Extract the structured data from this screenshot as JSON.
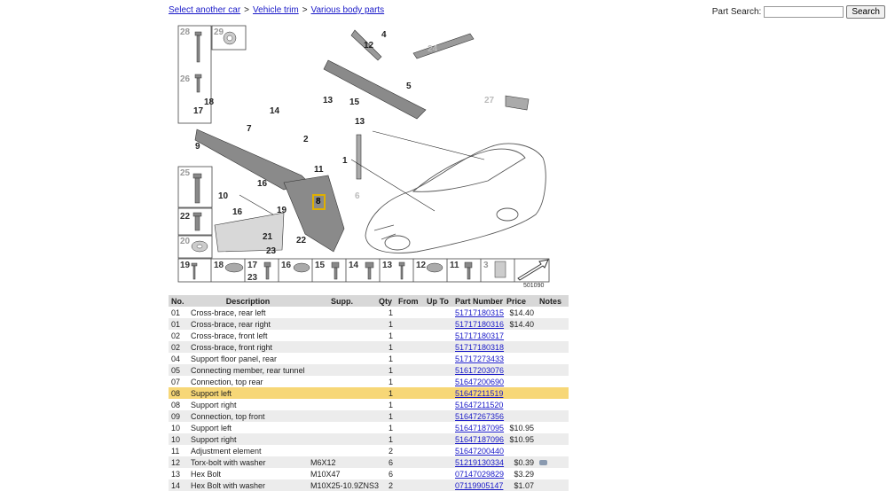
{
  "nav": {
    "select_car": "Select another car",
    "sep1": ">",
    "vehicle_trim": "Vehicle trim",
    "sep2": ">",
    "various": "Various body parts"
  },
  "search": {
    "label": "Part Search:",
    "value": "",
    "button": "Search"
  },
  "diagram": {
    "id_label": "501090",
    "side_numbers": [
      "28",
      "29",
      "26",
      "25",
      "22",
      "20",
      "19",
      "18",
      "17",
      "23",
      "16",
      "15",
      "14",
      "13",
      "12",
      "11",
      "3"
    ],
    "callouts": [
      "4",
      "12",
      "24",
      "27",
      "5",
      "13",
      "15",
      "14",
      "18",
      "17",
      "9",
      "7",
      "2",
      "13",
      "1",
      "11",
      "10",
      "16",
      "8",
      "6",
      "19",
      "16",
      "21",
      "22",
      "23"
    ]
  },
  "table": {
    "headers": [
      "No.",
      "Description",
      "Supp.",
      "Qty",
      "From",
      "Up To",
      "Part Number",
      "Price",
      "Notes"
    ],
    "rows": [
      {
        "no": "01",
        "desc": "Cross-brace, rear left",
        "supp": "",
        "qty": "1",
        "from": "",
        "to": "",
        "pn": "51717180315",
        "price": "$14.40",
        "notes": ""
      },
      {
        "no": "01",
        "desc": "Cross-brace, rear right",
        "supp": "",
        "qty": "1",
        "from": "",
        "to": "",
        "pn": "51717180316",
        "price": "$14.40",
        "notes": ""
      },
      {
        "no": "02",
        "desc": "Cross-brace, front left",
        "supp": "",
        "qty": "1",
        "from": "",
        "to": "",
        "pn": "51717180317",
        "price": "",
        "notes": ""
      },
      {
        "no": "02",
        "desc": "Cross-brace, front right",
        "supp": "",
        "qty": "1",
        "from": "",
        "to": "",
        "pn": "51717180318",
        "price": "",
        "notes": ""
      },
      {
        "no": "04",
        "desc": "Support floor panel, rear",
        "supp": "",
        "qty": "1",
        "from": "",
        "to": "",
        "pn": "51717273433",
        "price": "",
        "notes": ""
      },
      {
        "no": "05",
        "desc": "Connecting member, rear tunnel",
        "supp": "",
        "qty": "1",
        "from": "",
        "to": "",
        "pn": "51617203076",
        "price": "",
        "notes": ""
      },
      {
        "no": "07",
        "desc": "Connection, top rear",
        "supp": "",
        "qty": "1",
        "from": "",
        "to": "",
        "pn": "51647200690",
        "price": "",
        "notes": ""
      },
      {
        "no": "08",
        "desc": "Support left",
        "supp": "",
        "qty": "1",
        "from": "",
        "to": "",
        "pn": "51647211519",
        "price": "",
        "notes": ""
      },
      {
        "no": "08",
        "desc": "Support right",
        "supp": "",
        "qty": "1",
        "from": "",
        "to": "",
        "pn": "51647211520",
        "price": "",
        "notes": ""
      },
      {
        "no": "09",
        "desc": "Connection, top front",
        "supp": "",
        "qty": "1",
        "from": "",
        "to": "",
        "pn": "51647267356",
        "price": "",
        "notes": ""
      },
      {
        "no": "10",
        "desc": "Support left",
        "supp": "",
        "qty": "1",
        "from": "",
        "to": "",
        "pn": "51647187095",
        "price": "$10.95",
        "notes": ""
      },
      {
        "no": "10",
        "desc": "Support right",
        "supp": "",
        "qty": "1",
        "from": "",
        "to": "",
        "pn": "51647187096",
        "price": "$10.95",
        "notes": ""
      },
      {
        "no": "11",
        "desc": "Adjustment element",
        "supp": "",
        "qty": "2",
        "from": "",
        "to": "",
        "pn": "51647200440",
        "price": "",
        "notes": ""
      },
      {
        "no": "12",
        "desc": "Torx-bolt with washer",
        "supp": "M6X12",
        "qty": "6",
        "from": "",
        "to": "",
        "pn": "51219130334",
        "price": "$0.39",
        "notes": "icon"
      },
      {
        "no": "13",
        "desc": "Hex Bolt",
        "supp": "M10X47",
        "qty": "6",
        "from": "",
        "to": "",
        "pn": "07147029829",
        "price": "$3.29",
        "notes": ""
      },
      {
        "no": "14",
        "desc": "Hex Bolt with washer",
        "supp": "M10X25-10.9ZNS3",
        "qty": "2",
        "from": "",
        "to": "",
        "pn": "07119905147",
        "price": "$1.07",
        "notes": ""
      }
    ]
  }
}
